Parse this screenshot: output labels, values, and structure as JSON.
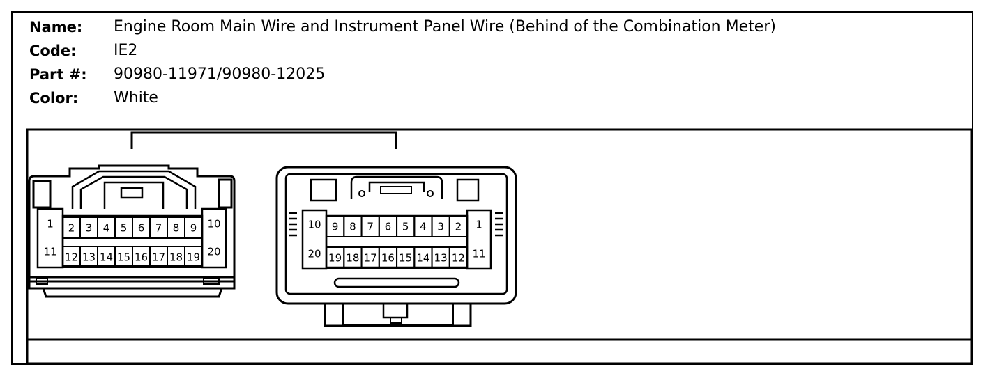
{
  "info": {
    "name_label": "Name:",
    "name_value": "Engine Room Main Wire and Instrument Panel Wire (Behind of the Combination Meter)",
    "code_label": "Code:",
    "code_value": "IE2",
    "part_label": "Part #:",
    "part_value": "90980-11971/90980-12025",
    "color_label": "Color:",
    "color_value": "White"
  },
  "connectors": {
    "left": {
      "top_row": [
        "1",
        "2",
        "3",
        "4",
        "5",
        "6",
        "7",
        "8",
        "9",
        "10"
      ],
      "bottom_row": [
        "11",
        "12",
        "13",
        "14",
        "15",
        "16",
        "17",
        "18",
        "19",
        "20"
      ]
    },
    "right": {
      "top_row": [
        "10",
        "9",
        "8",
        "7",
        "6",
        "5",
        "4",
        "3",
        "2",
        "1"
      ],
      "bottom_row": [
        "20",
        "19",
        "18",
        "17",
        "16",
        "15",
        "14",
        "13",
        "12",
        "11"
      ]
    }
  }
}
